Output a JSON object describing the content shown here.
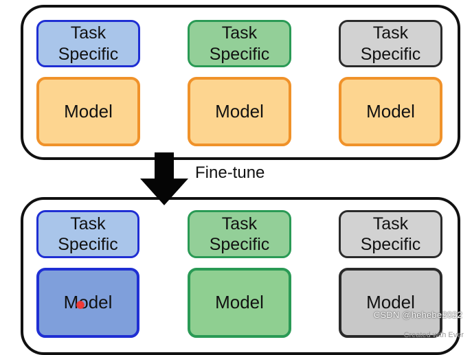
{
  "top_row": {
    "tasks": [
      {
        "line1": "Task",
        "line2": "Specific",
        "color": "#a9c5ea"
      },
      {
        "line1": "Task",
        "line2": "Specific",
        "color": "#93cf98"
      },
      {
        "line1": "Task",
        "line2": "Specific",
        "color": "#d2d2d2"
      }
    ],
    "models": [
      {
        "label": "Model",
        "color": "#fdd590"
      },
      {
        "label": "Model",
        "color": "#fdd590"
      },
      {
        "label": "Model",
        "color": "#fdd590"
      }
    ]
  },
  "arrow_label": "Fine-tune",
  "bottom_row": {
    "tasks": [
      {
        "line1": "Task",
        "line2": "Specific",
        "color": "#a9c5ea"
      },
      {
        "line1": "Task",
        "line2": "Specific",
        "color": "#93cf98"
      },
      {
        "line1": "Task",
        "line2": "Specific",
        "color": "#d2d2d2"
      }
    ],
    "models": [
      {
        "label": "Model",
        "color": "#7f9fdb"
      },
      {
        "label": "Model",
        "color": "#8fcf91"
      },
      {
        "label": "Model",
        "color": "#c8c8c8"
      }
    ]
  },
  "watermark": "CSDN @hehebe2022",
  "watermark_secondary": "Created with Ever",
  "icons": {
    "arrow": "down-arrow-icon",
    "cursor": "cursor-dot-icon"
  }
}
